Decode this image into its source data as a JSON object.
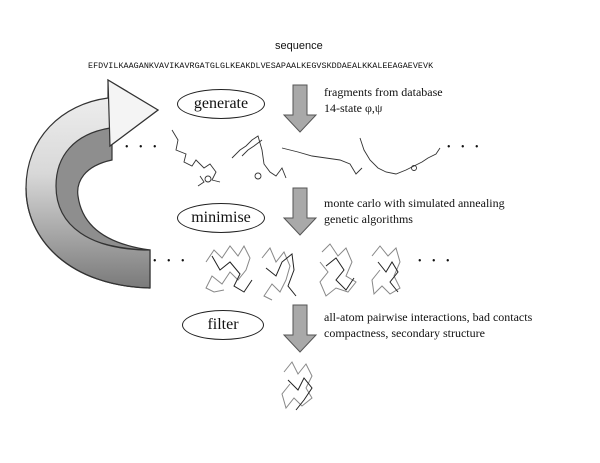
{
  "header": {
    "title": "sequence",
    "sequence": "EFDVILKAAGANKVAVIKAVRGATGLGLKEAKDLVESAPAALKEGVSKDDAEALKKALEEAGAEVEVK"
  },
  "steps": [
    {
      "label": "generate",
      "notes": [
        "fragments from database",
        "14-state φ,ψ"
      ]
    },
    {
      "label": "minimise",
      "notes": [
        "monte carlo with simulated annealing",
        "genetic algorithms"
      ]
    },
    {
      "label": "filter",
      "notes": [
        "all-atom pairwise interactions, bad contacts",
        "compactness, secondary structure"
      ]
    }
  ],
  "ellipsis": "• • •",
  "colors": {
    "arrow_fill": "#a9a9a9",
    "arrow_stroke": "#555555",
    "loop_light": "#e6e6e6",
    "loop_dark": "#8c8c8c",
    "trace": "#333333"
  }
}
